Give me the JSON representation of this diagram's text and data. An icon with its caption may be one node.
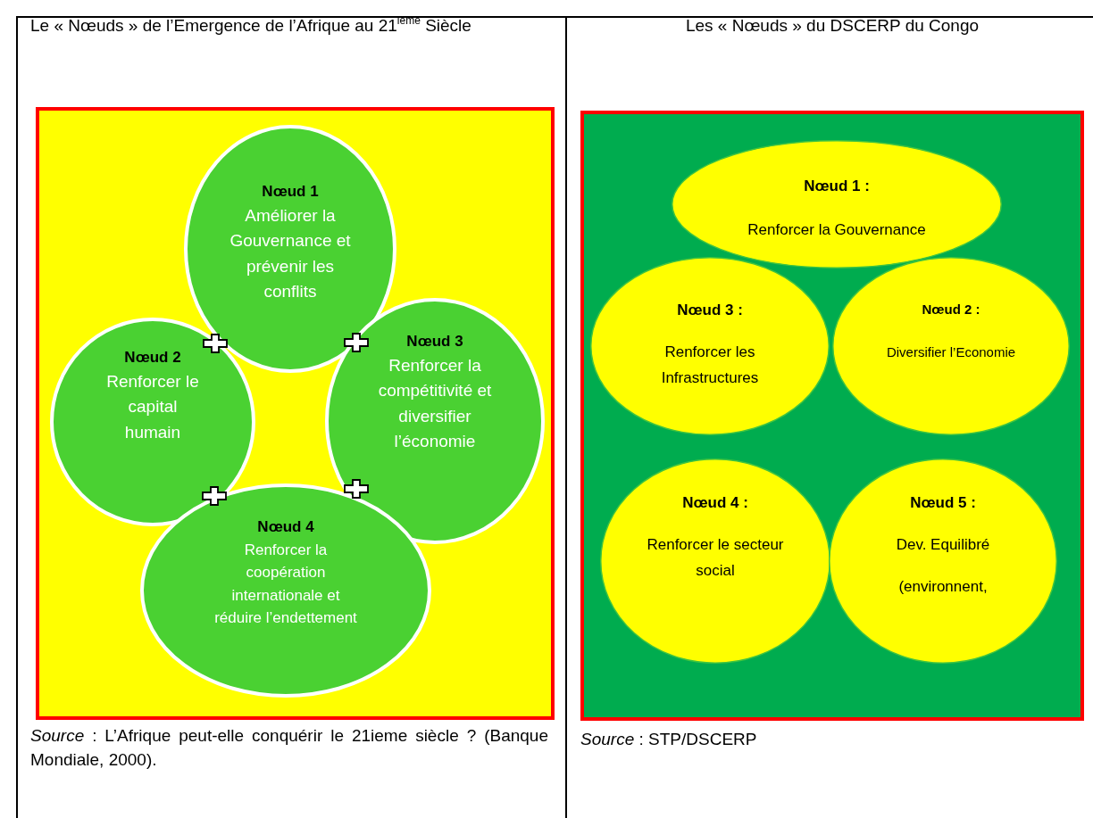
{
  "diagram": {
    "nodes": [
      {
        "text": [],
        "shape": "box"
      },
      {
        "text": [
          "Nœud 1",
          "Améliorer la Gouvernance et prévenir les conflits"
        ],
        "in": 0
      },
      {
        "text": [
          "Nœud 2",
          "Renforcer le capital humain"
        ],
        "in": 0
      },
      {
        "text": [
          "Nœud 3",
          "Renforcer la compétitivité et diversifier l’économie"
        ],
        "in": 0
      },
      {
        "text": [
          "Nœud 4",
          "Renforcer la coopération internationale et réduire l’endettement"
        ],
        "in": 0
      },
      {
        "text": [],
        "shape": "box"
      },
      {
        "text": [
          "Nœud 1 :",
          "Renforcer la Gouvernance"
        ],
        "in": 5
      },
      {
        "text": [
          "Nœud 3 :",
          "Renforcer les Infrastructures"
        ],
        "in": 5
      },
      {
        "text": [
          "Nœud 2 :",
          "Diversifier l’Economie"
        ],
        "in": 5
      },
      {
        "text": [
          "Nœud 4 :",
          "Renforcer le secteur social"
        ],
        "in": 5
      },
      {
        "text": [
          "Nœud 5 :",
          "Dev. Equilibré",
          "(environnent,"
        ],
        "in": 5
      }
    ],
    "labels": [
      "Le « Nœuds » de l’Emergence de l’Afrique au 21$^{ième}$ Siècle",
      "Les « Nœuds » du DSCERP du Congo",
      "*Source* : L’Afrique peut-elle conquérir le 21ieme siècle ? (Banque Mondiale, 2000).",
      "*Source* : STP/DSCERP"
    ]
  }
}
